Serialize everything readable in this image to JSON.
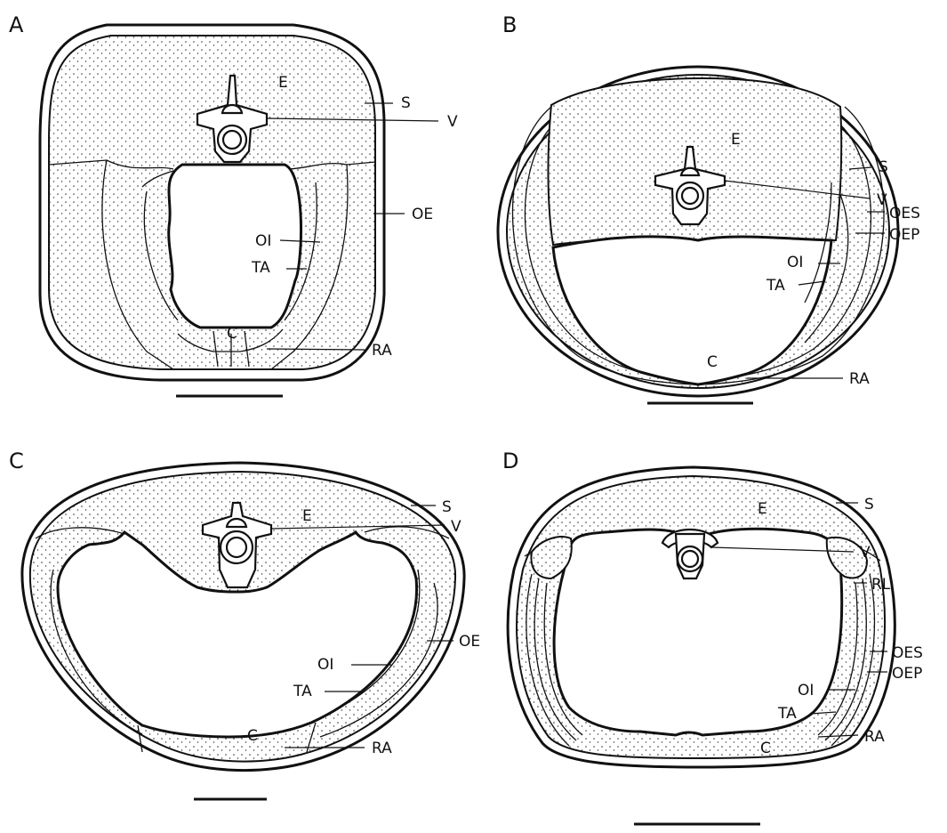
{
  "panels": [
    {
      "id": "A",
      "labels": {
        "E": "E",
        "S": "S",
        "V": "V",
        "OE": "OE",
        "OI": "OI",
        "TA": "TA",
        "C": "C",
        "RA": "RA"
      }
    },
    {
      "id": "B",
      "labels": {
        "E": "E",
        "S": "S",
        "V": "V",
        "OES": "OES",
        "OEP": "OEP",
        "OI": "OI",
        "TA": "TA",
        "C": "C",
        "RA": "RA"
      }
    },
    {
      "id": "C",
      "labels": {
        "E": "E",
        "S": "S",
        "V": "V",
        "OI": "OI",
        "OE": "OE",
        "TA": "TA",
        "C": "C",
        "RA": "RA"
      }
    },
    {
      "id": "D",
      "labels": {
        "E": "E",
        "S": "S",
        "V": "V",
        "RL": "RL",
        "OES": "OES",
        "OEP": "OEP",
        "OI": "OI",
        "TA": "TA",
        "C": "C",
        "RA": "RA"
      }
    }
  ]
}
